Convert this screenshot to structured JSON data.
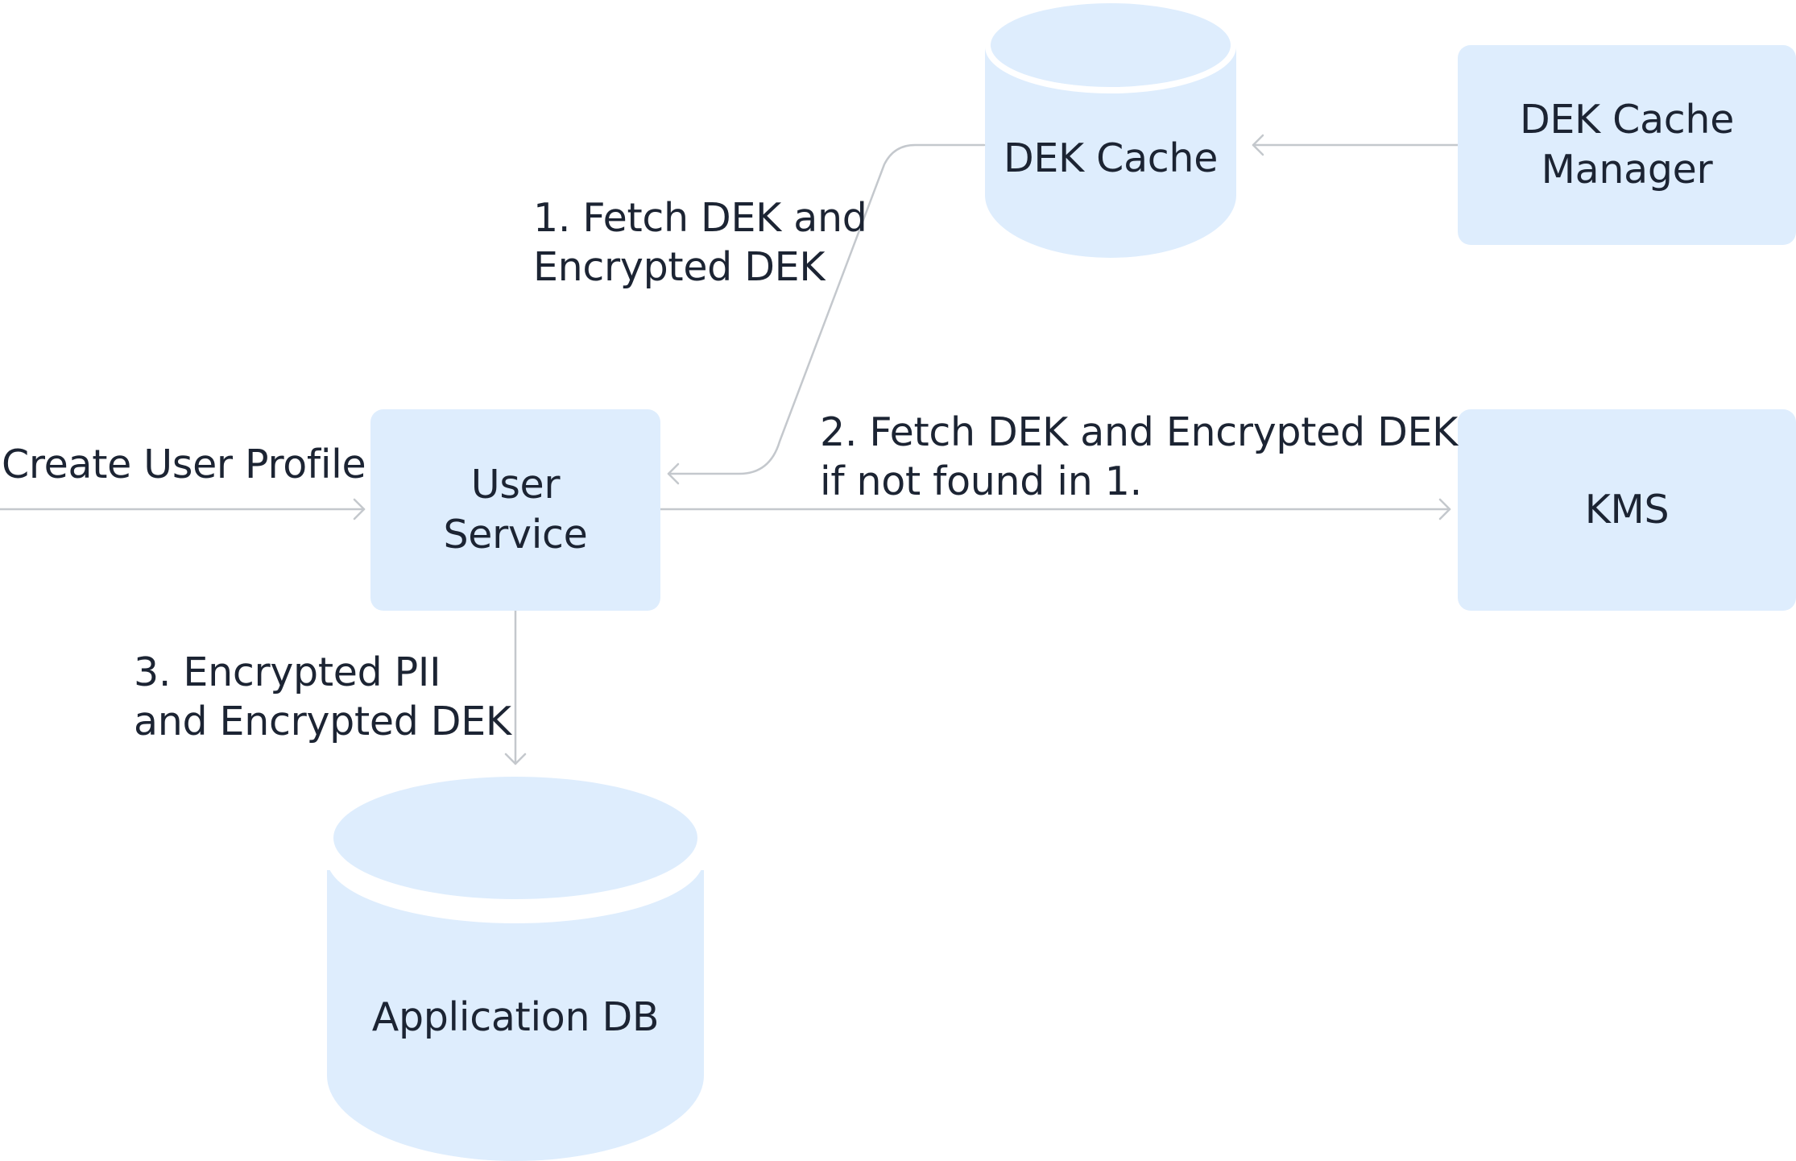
{
  "diagram": {
    "nodes": {
      "dek_cache": {
        "label": "DEK Cache"
      },
      "dek_cache_manager": {
        "line1": "DEK Cache",
        "line2": "Manager"
      },
      "user_service": {
        "line1": "User",
        "line2": "Service"
      },
      "kms": {
        "label": "KMS"
      },
      "application_db": {
        "label": "Application DB"
      }
    },
    "edges": {
      "input": {
        "label": "Create User Profile"
      },
      "step1": {
        "line1": "1. Fetch DEK and",
        "line2": "Encrypted DEK"
      },
      "step2": {
        "line1": "2. Fetch DEK and Encrypted DEK",
        "line2": "if not found in 1."
      },
      "step3": {
        "line1": "3. Encrypted PII",
        "line2": "and Encrypted DEK"
      }
    },
    "colors": {
      "node_fill": "#deedfd",
      "connector": "#c4c8cd",
      "text": "#1c2433"
    }
  }
}
